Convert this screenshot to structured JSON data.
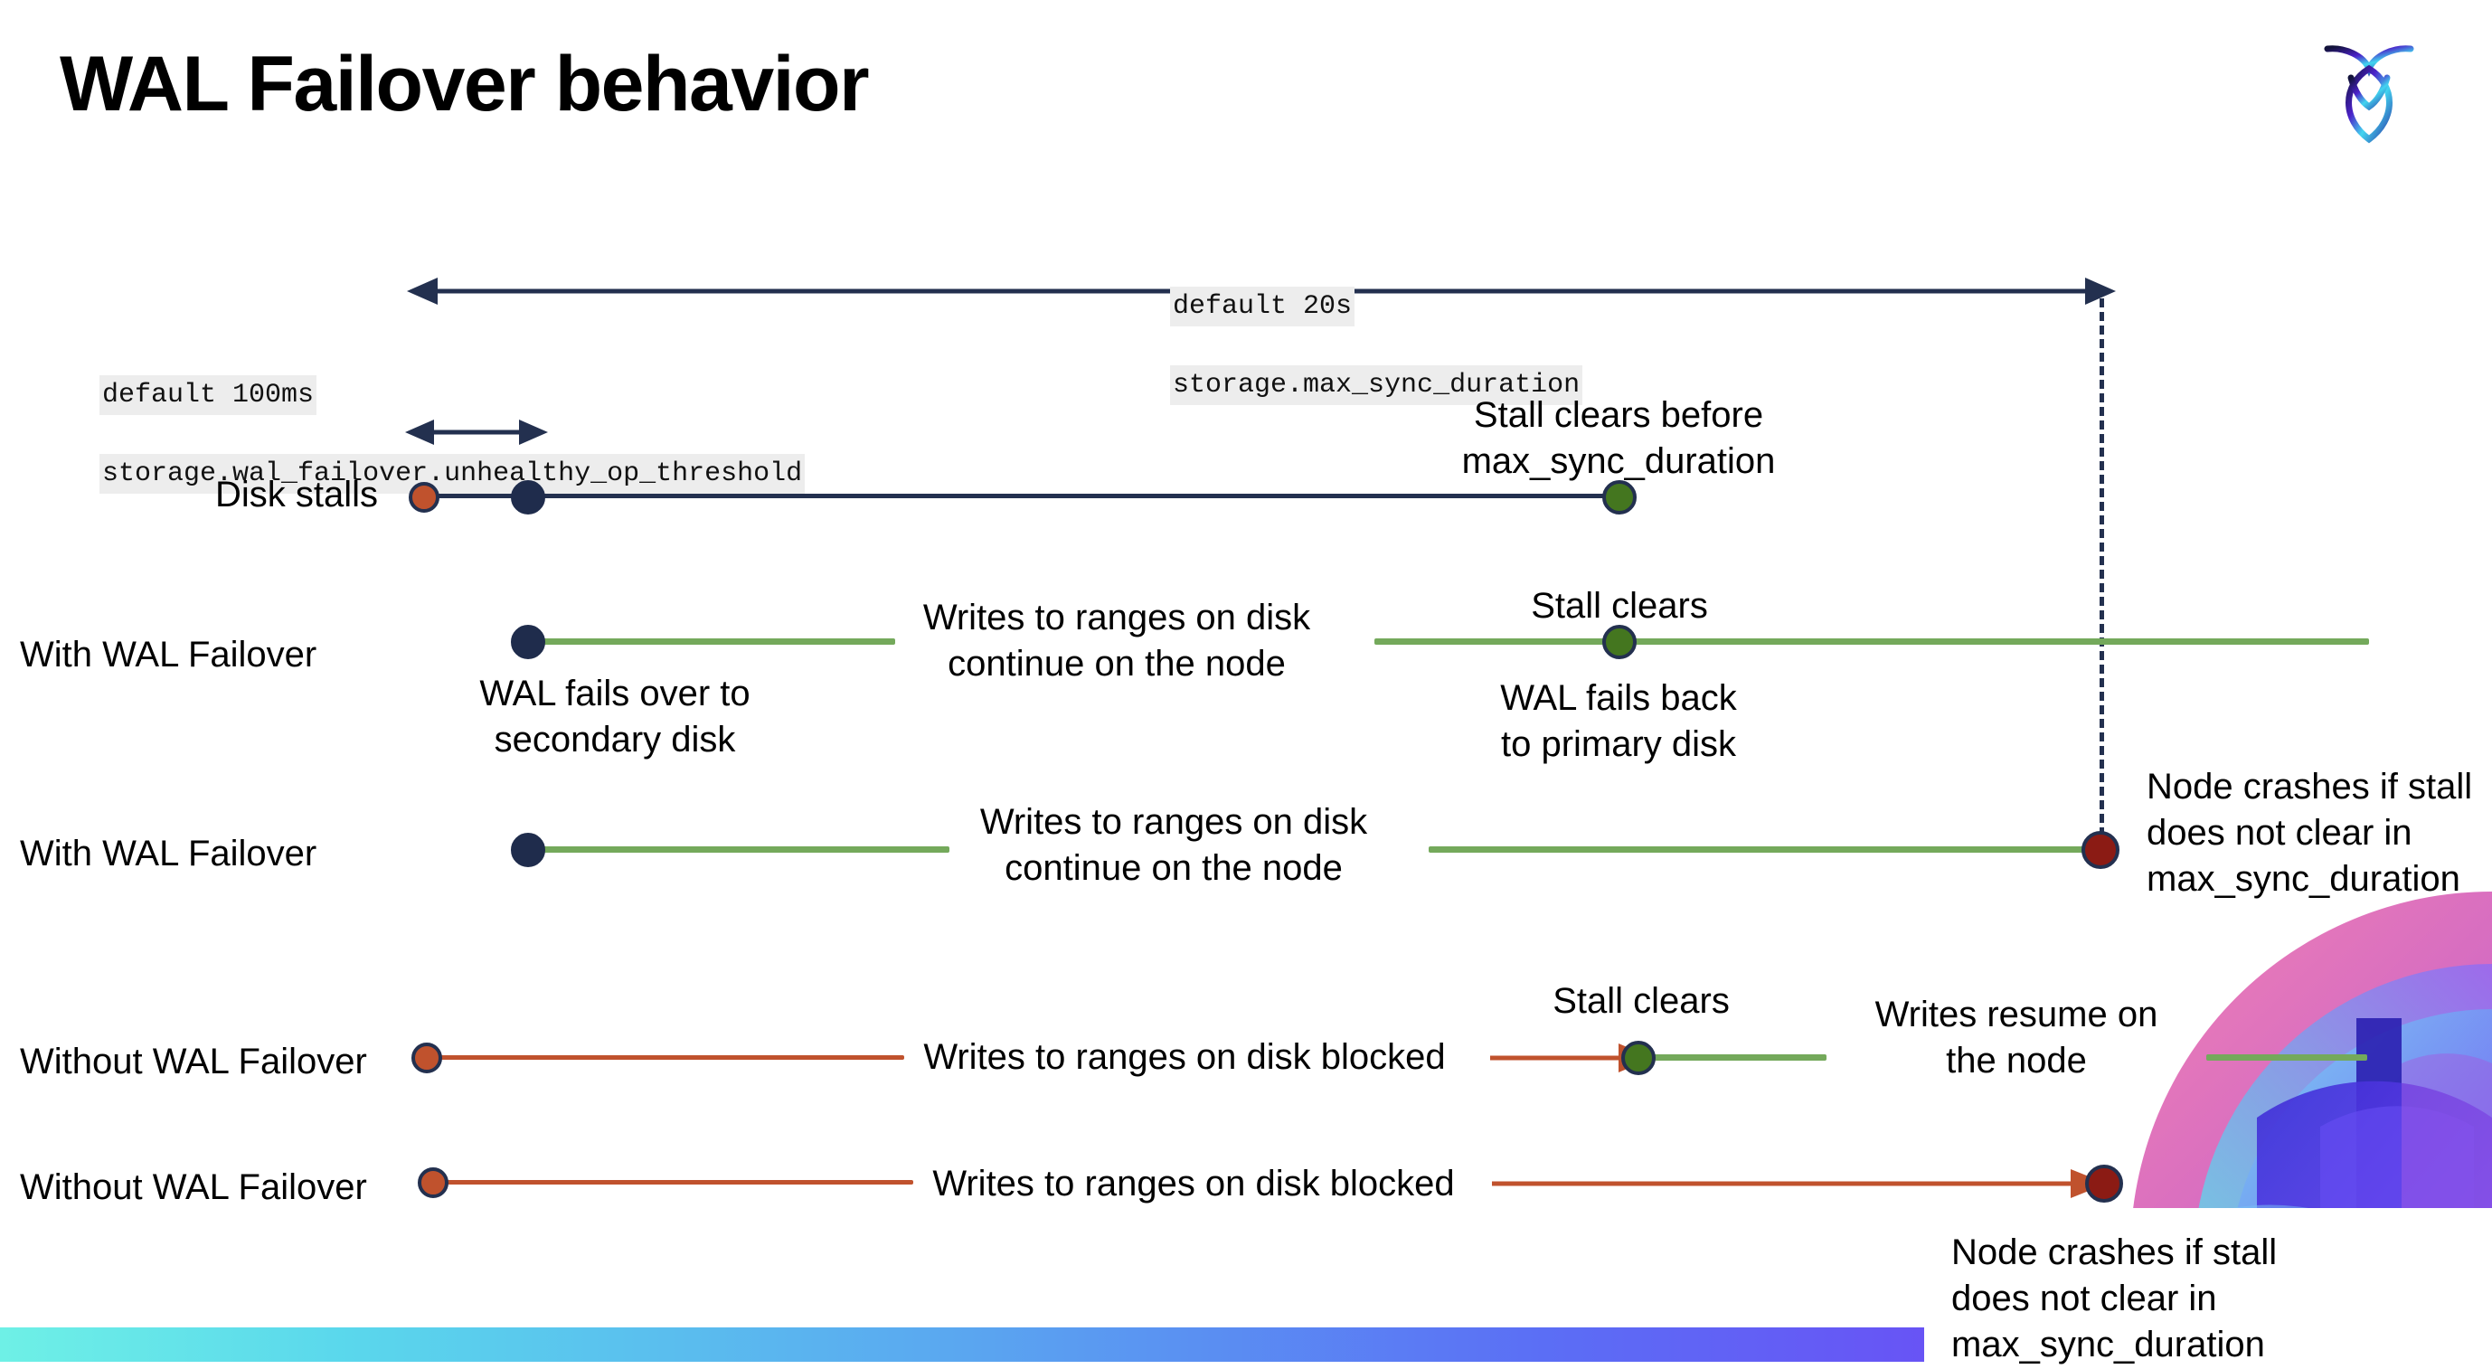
{
  "slide": {
    "title": "WAL Failover behavior",
    "logo_name": "cockroach-labs-logo"
  },
  "callouts": {
    "max_sync_duration": {
      "line1": "default 20s",
      "line2": "storage.max_sync_duration"
    },
    "unhealthy_op_threshold": {
      "line1": "default 100ms",
      "line2": "storage.wal_failover.unhealthy_op_threshold"
    }
  },
  "rows": [
    {
      "id": "disk-stalls",
      "label": "Disk stalls",
      "note_right": "Stall clears before\nmax_sync_duration"
    },
    {
      "id": "with-wal-failover-1",
      "label": "With WAL Failover",
      "note_below_start": "WAL fails over to\nsecondary disk",
      "note_middle": "Writes to ranges on disk\ncontinue on the node",
      "note_above_mid": "Stall clears",
      "note_below_mid": "WAL fails  back\nto primary disk"
    },
    {
      "id": "with-wal-failover-2",
      "label": "With WAL Failover",
      "note_middle": "Writes to ranges on disk\ncontinue on the node",
      "note_right": "Node crashes if stall\ndoes not clear in\nmax_sync_duration"
    },
    {
      "id": "without-wal-failover-1",
      "label": "Without WAL Failover",
      "note_middle": "Writes to ranges on disk  blocked",
      "note_above_mid": "Stall clears",
      "note_right": "Writes resume on\nthe node"
    },
    {
      "id": "without-wal-failover-2",
      "label": "Without WAL Failover",
      "note_middle": "Writes to ranges on disk  blocked",
      "note_boxed": "Node crashes if stall\ndoes not clear in\nmax_sync_duration"
    }
  ],
  "colors": {
    "navy": "#23304f",
    "green_line": "#74a95b",
    "green_dot": "#44761f",
    "orange": "#c0522d",
    "dark_red": "#8b1b14",
    "code_bg": "#ededed",
    "bottom_bar_gradient": "#6ef0e6 → #5b6ef5 → #7b3ff2"
  }
}
